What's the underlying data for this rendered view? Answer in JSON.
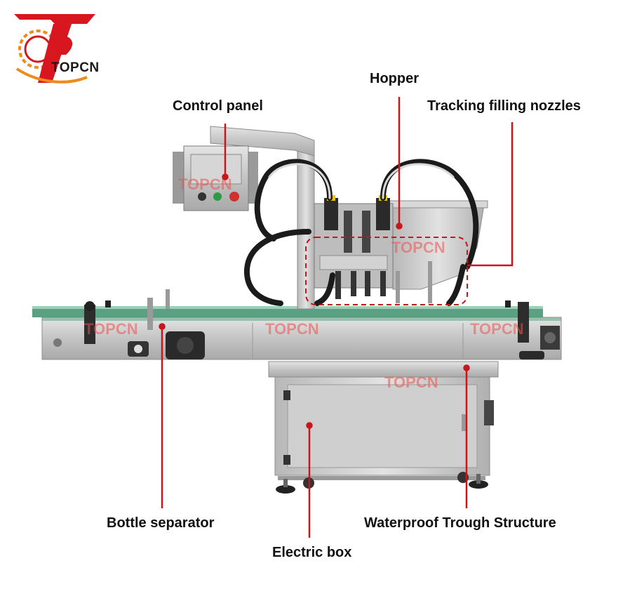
{
  "logo": {
    "text": "TOPCN"
  },
  "watermark": "TOPCN",
  "labels": {
    "hopper": "Hopper",
    "control_panel": "Control panel",
    "tracking_nozzles": "Tracking filling nozzles",
    "bottle_separator": "Bottle separator",
    "electric_box": "Electric box",
    "waterproof_trough": "Waterproof Trough Structure"
  },
  "colors": {
    "callout_line": "#c8161d",
    "logo_red": "#d7161f",
    "logo_orange": "#f08a1c",
    "steel": "#c9c9c9",
    "conveyor_rail": "#3f8f6e",
    "hose": "#1b1b1b"
  }
}
